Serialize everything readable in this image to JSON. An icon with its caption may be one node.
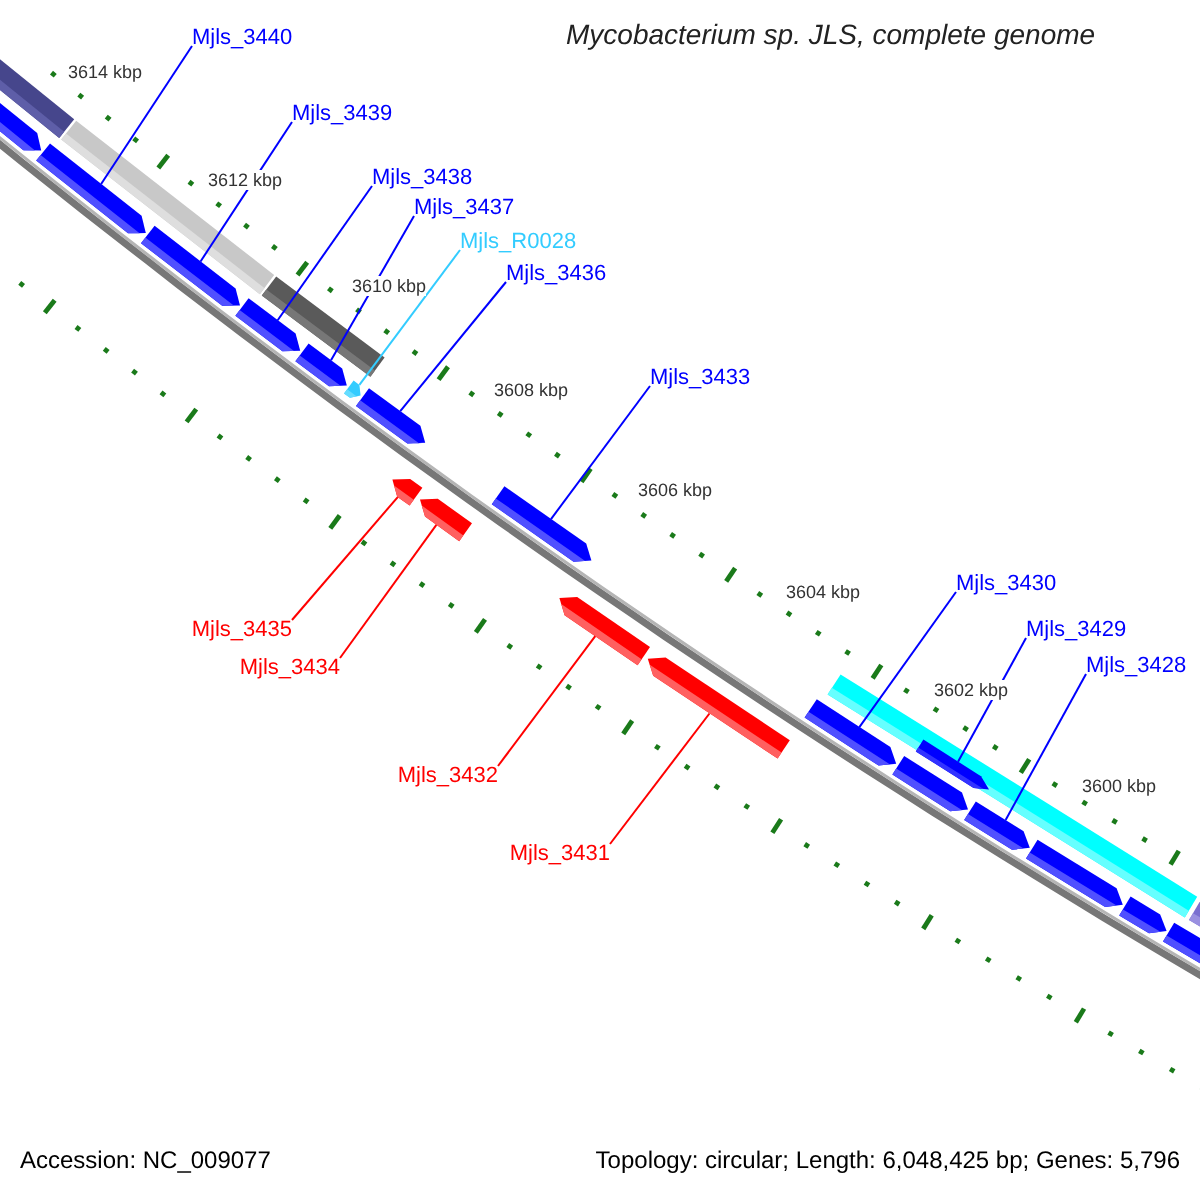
{
  "diagram": {
    "title": "Mycobacterium sp. JLS, complete genome",
    "nodes": [
      {
        "text": [
          "Mjls_3440"
        ]
      },
      {
        "text": [
          "Mjls_3439"
        ]
      },
      {
        "text": [
          "Mjls_3438"
        ]
      },
      {
        "text": [
          "Mjls_3437"
        ]
      },
      {
        "text": [
          "Mjls_R0028"
        ]
      },
      {
        "text": [
          "Mjls_3436"
        ]
      },
      {
        "text": [
          "Mjls_3433"
        ]
      },
      {
        "text": [
          "Mjls_3430"
        ]
      },
      {
        "text": [
          "Mjls_3429"
        ]
      },
      {
        "text": [
          "Mjls_3435"
        ]
      },
      {
        "text": [
          "Mjls_3428"
        ]
      },
      {
        "text": [
          "Mjls_3434"
        ]
      },
      {
        "text": [
          "Mjls_3432"
        ]
      },
      {
        "text": [
          "Mjls_3431"
        ]
      },
      {
        "text": [],
        "shape": "arrow"
      },
      {
        "text": [],
        "shape": "arrow"
      },
      {
        "text": [],
        "shape": "arrow"
      },
      {
        "text": [],
        "shape": "arrow"
      },
      {
        "text": [],
        "shape": "arrow"
      },
      {
        "text": [],
        "shape": "arrow"
      },
      {
        "text": [],
        "shape": "arrow"
      },
      {
        "text": [],
        "shape": "arrow"
      },
      {
        "text": [],
        "shape": "arrow"
      },
      {
        "text": [],
        "shape": "arrow"
      },
      {
        "text": [],
        "shape": "arrow"
      },
      {
        "text": [],
        "shape": "arrow"
      },
      {
        "text": [],
        "shape": "arrow"
      },
      {
        "text": [],
        "shape": "arrow"
      },
      {
        "text": [],
        "shape": "arrow"
      },
      {
        "text": [],
        "shape": "arrow"
      },
      {
        "text": [],
        "shape": "arrow"
      },
      {
        "text": [],
        "shape": "arrow"
      },
      {
        "text": [],
        "shape": "arrow"
      }
    ],
    "edges": [
      {
        "from": 0,
        "to": 15,
        "arrow": "none"
      },
      {
        "from": 1,
        "to": 16,
        "arrow": "none"
      },
      {
        "from": 2,
        "to": 17,
        "arrow": "none"
      },
      {
        "from": 3,
        "to": 18,
        "arrow": "none"
      },
      {
        "from": 4,
        "to": 19,
        "arrow": "none",
        "color": "#33ccff"
      },
      {
        "from": 5,
        "to": 20,
        "arrow": "none"
      },
      {
        "from": 6,
        "to": 23,
        "arrow": "none"
      },
      {
        "from": 7,
        "to": 26,
        "arrow": "none"
      },
      {
        "from": 8,
        "to": 28,
        "arrow": "none"
      },
      {
        "from": 9,
        "to": 21,
        "arrow": "none",
        "color": "#ff0000"
      },
      {
        "from": 10,
        "to": 29,
        "arrow": "none"
      },
      {
        "from": 11,
        "to": 22,
        "arrow": "none",
        "color": "#ff0000"
      },
      {
        "from": 12,
        "to": 24,
        "arrow": "none",
        "color": "#ff0000"
      },
      {
        "from": 13,
        "to": 25,
        "arrow": "none",
        "color": "#ff0000"
      }
    ],
    "labels": [
      "3614 kbp",
      "3612 kbp",
      "3610 kbp",
      "3608 kbp",
      "3606 kbp",
      "3604 kbp",
      "3602 kbp",
      "3600 kbp",
      "Accession: NC_009077",
      "Topology: circular; Length: 6,048,425 bp; Genes: 5,796"
    ]
  }
}
